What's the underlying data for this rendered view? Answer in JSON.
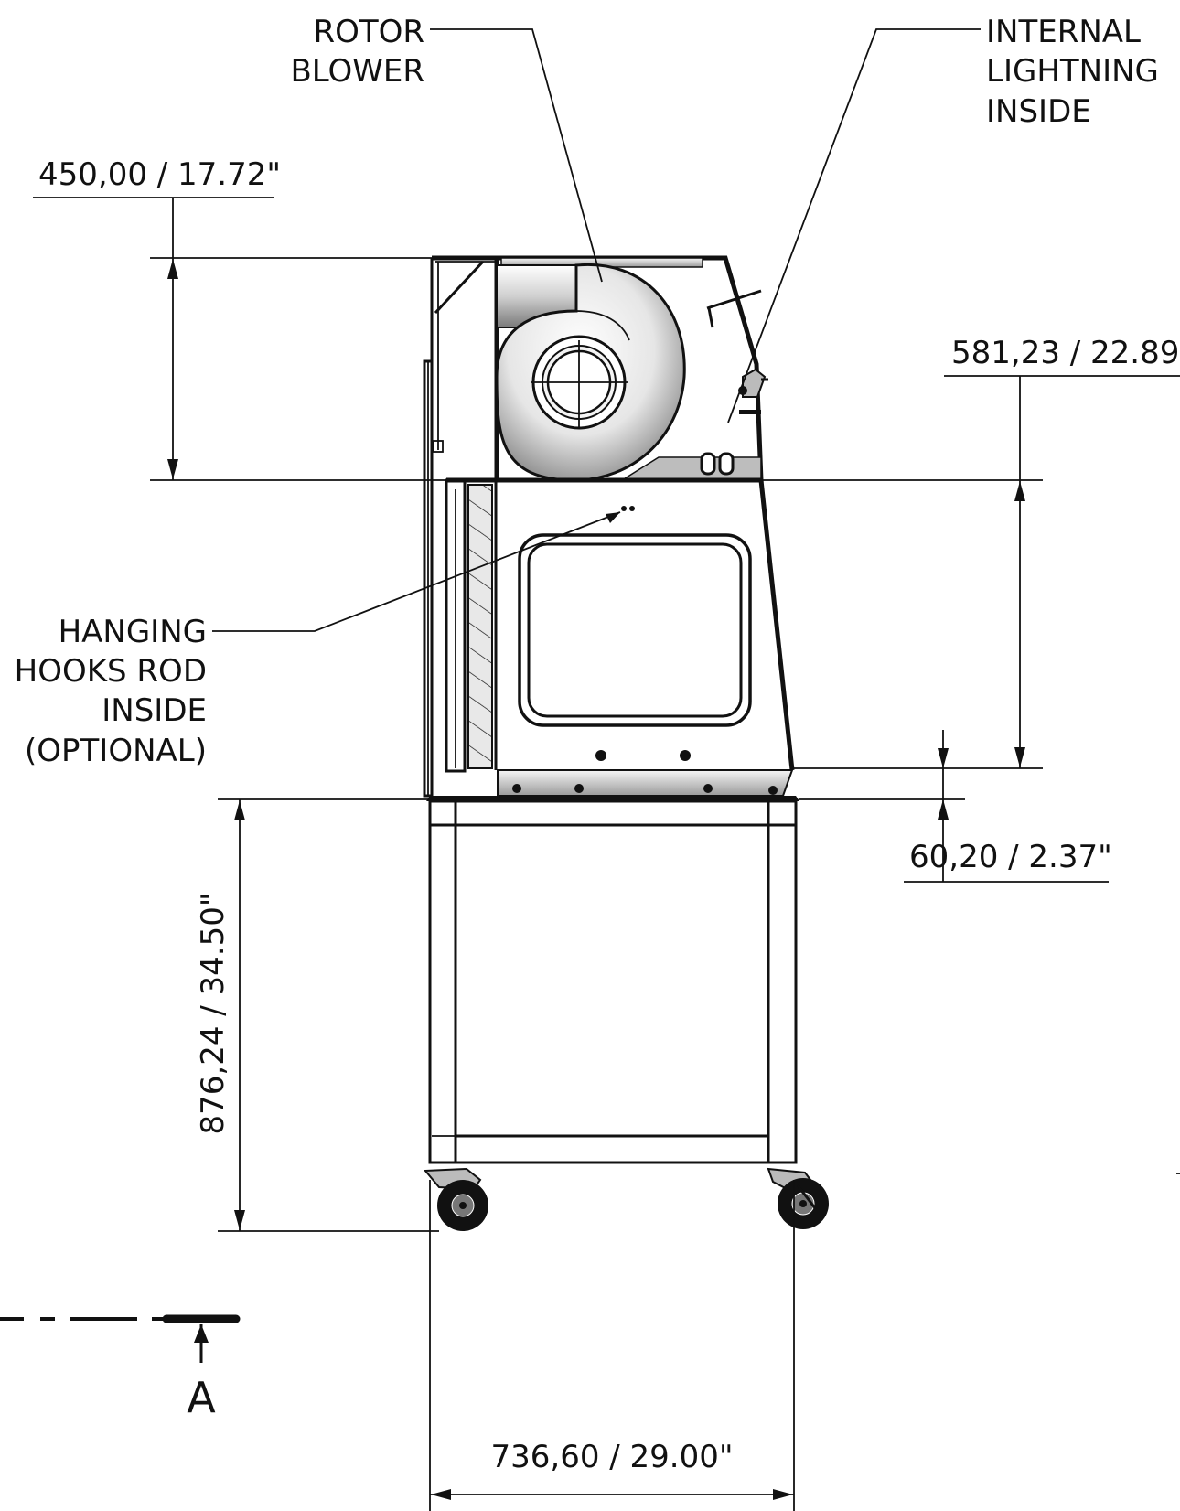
{
  "labels": {
    "rotor_line1": "ROTOR",
    "rotor_line2": "BLOWER",
    "lighting_line1": "INTERNAL",
    "lighting_line2": "LIGHTNING",
    "lighting_line3": "INSIDE",
    "hooks_line1": "HANGING",
    "hooks_line2": "HOOKS ROD",
    "hooks_line3": "INSIDE",
    "hooks_line4": "(OPTIONAL)"
  },
  "dimensions": {
    "top_height": "450,00 / 17.72\"",
    "window_height": "581,23 / 22.89\"",
    "base_height": "60,20 / 2.37\"",
    "stand_height": "876,24 / 34.50\"",
    "width": "736,60 / 29.00\""
  },
  "section_marker": "A",
  "colors": {
    "line": "#111111",
    "blower_light": "#f2f2f2",
    "blower_dark": "#8a8a8a",
    "panel_gray": "#bdbdbd"
  }
}
